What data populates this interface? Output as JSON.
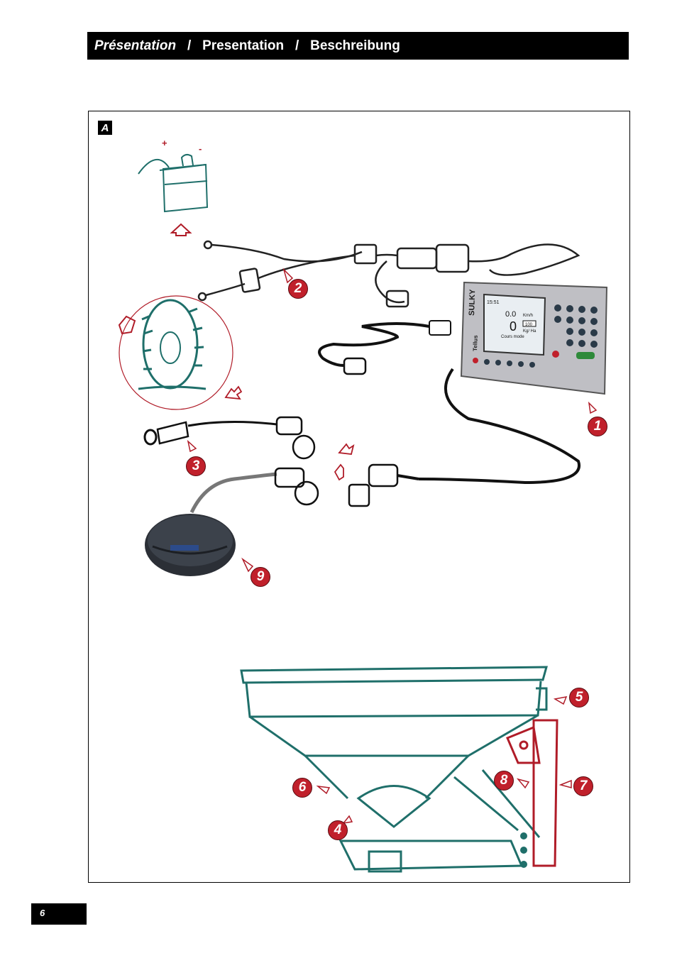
{
  "header": {
    "title_fr": "Présentation",
    "sep1": "/",
    "title_en": "Presentation",
    "sep2": "/",
    "title_de": "Beschreibung"
  },
  "figure": {
    "letter": "A",
    "battery": {
      "plus": "+",
      "minus": "-"
    },
    "console": {
      "brand": "SULKY",
      "model": "Tellus",
      "screen_time": "15:51",
      "screen_value": "0.0",
      "screen_main": "0",
      "screen_unit_top": "Km/h",
      "screen_unit_bottom": "Kg/ Ha",
      "screen_target": "100",
      "screen_caption": "Cours mode"
    },
    "callouts": [
      "1",
      "2",
      "3",
      "4",
      "5",
      "6",
      "7",
      "8",
      "9"
    ]
  },
  "page_number": "6",
  "colors": {
    "teal": "#1f6f6a",
    "red": "#b01c28",
    "black": "#000000"
  }
}
